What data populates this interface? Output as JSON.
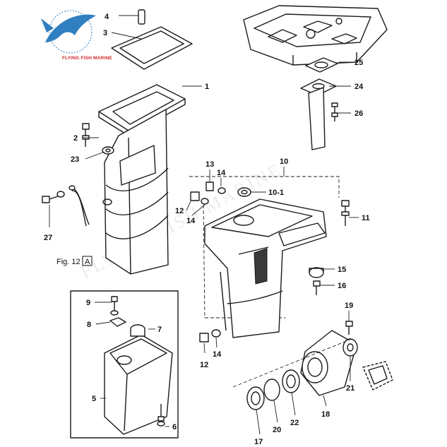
{
  "brand": {
    "name": "FLYING FISH MARINE",
    "logo_color": "#2f7fc1",
    "text_color": "#d42020"
  },
  "figure": {
    "label": "Fig. 12",
    "ref_symbol": "A"
  },
  "watermark": "FLYING FISH MARINE",
  "callouts": {
    "c1": "1",
    "c2": "2",
    "c3": "3",
    "c4": "4",
    "c5": "5",
    "c6": "6",
    "c7": "7",
    "c8": "8",
    "c9": "9",
    "c10": "10",
    "c10_1": "10-1",
    "c11": "11",
    "c12a": "12",
    "c12b": "12",
    "c13": "13",
    "c14a": "14",
    "c14b": "14",
    "c14c": "14",
    "c15": "15",
    "c16": "16",
    "c17": "17",
    "c18": "18",
    "c19": "19",
    "c20": "20",
    "c21": "21",
    "c22": "22",
    "c23": "23",
    "c24": "24",
    "c25": "25",
    "c26": "26",
    "c27": "27"
  }
}
